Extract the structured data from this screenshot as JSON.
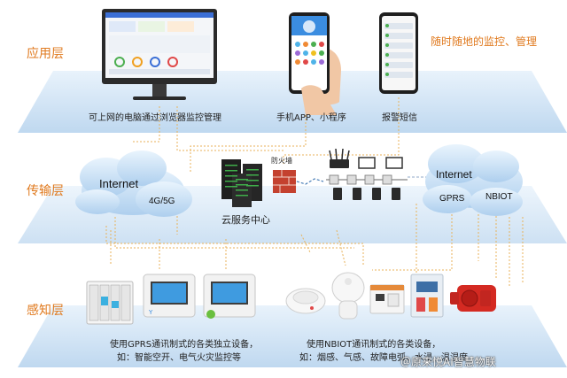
{
  "layers": {
    "application": "应用层",
    "transport": "传输层",
    "perception": "感知层"
  },
  "slogan": "随时随地的监控、管理",
  "captions": {
    "browser": "可上网的电脑通过浏览器监控管理",
    "app": "手机APP、小程序",
    "sms": "报警短信",
    "cloud_service": "云服务中心",
    "firewall": "防火墙",
    "gprs_devices_line1": "使用GPRS通讯制式的各类独立设备，",
    "gprs_devices_line2": "如：智能空开、电气火灾监控等",
    "nbiot_devices_line1": "使用NBIOT通讯制式的各类设备，",
    "nbiot_devices_line2": "如：烟感、气感、故障电弧、水浸、温湿度"
  },
  "clouds": {
    "left_title": "Internet",
    "left_sub": "4G/5G",
    "right_title": "Internet",
    "right_gprs": "GPRS",
    "right_nbiot": "NBIOT"
  },
  "watermark": "＠原来悦AI智慧物联",
  "colors": {
    "layer_label": "#e07a1f",
    "platform": "#cfe3f5",
    "dotted_line": "#e8b25a",
    "dashed_line": "#8fa8c8"
  }
}
